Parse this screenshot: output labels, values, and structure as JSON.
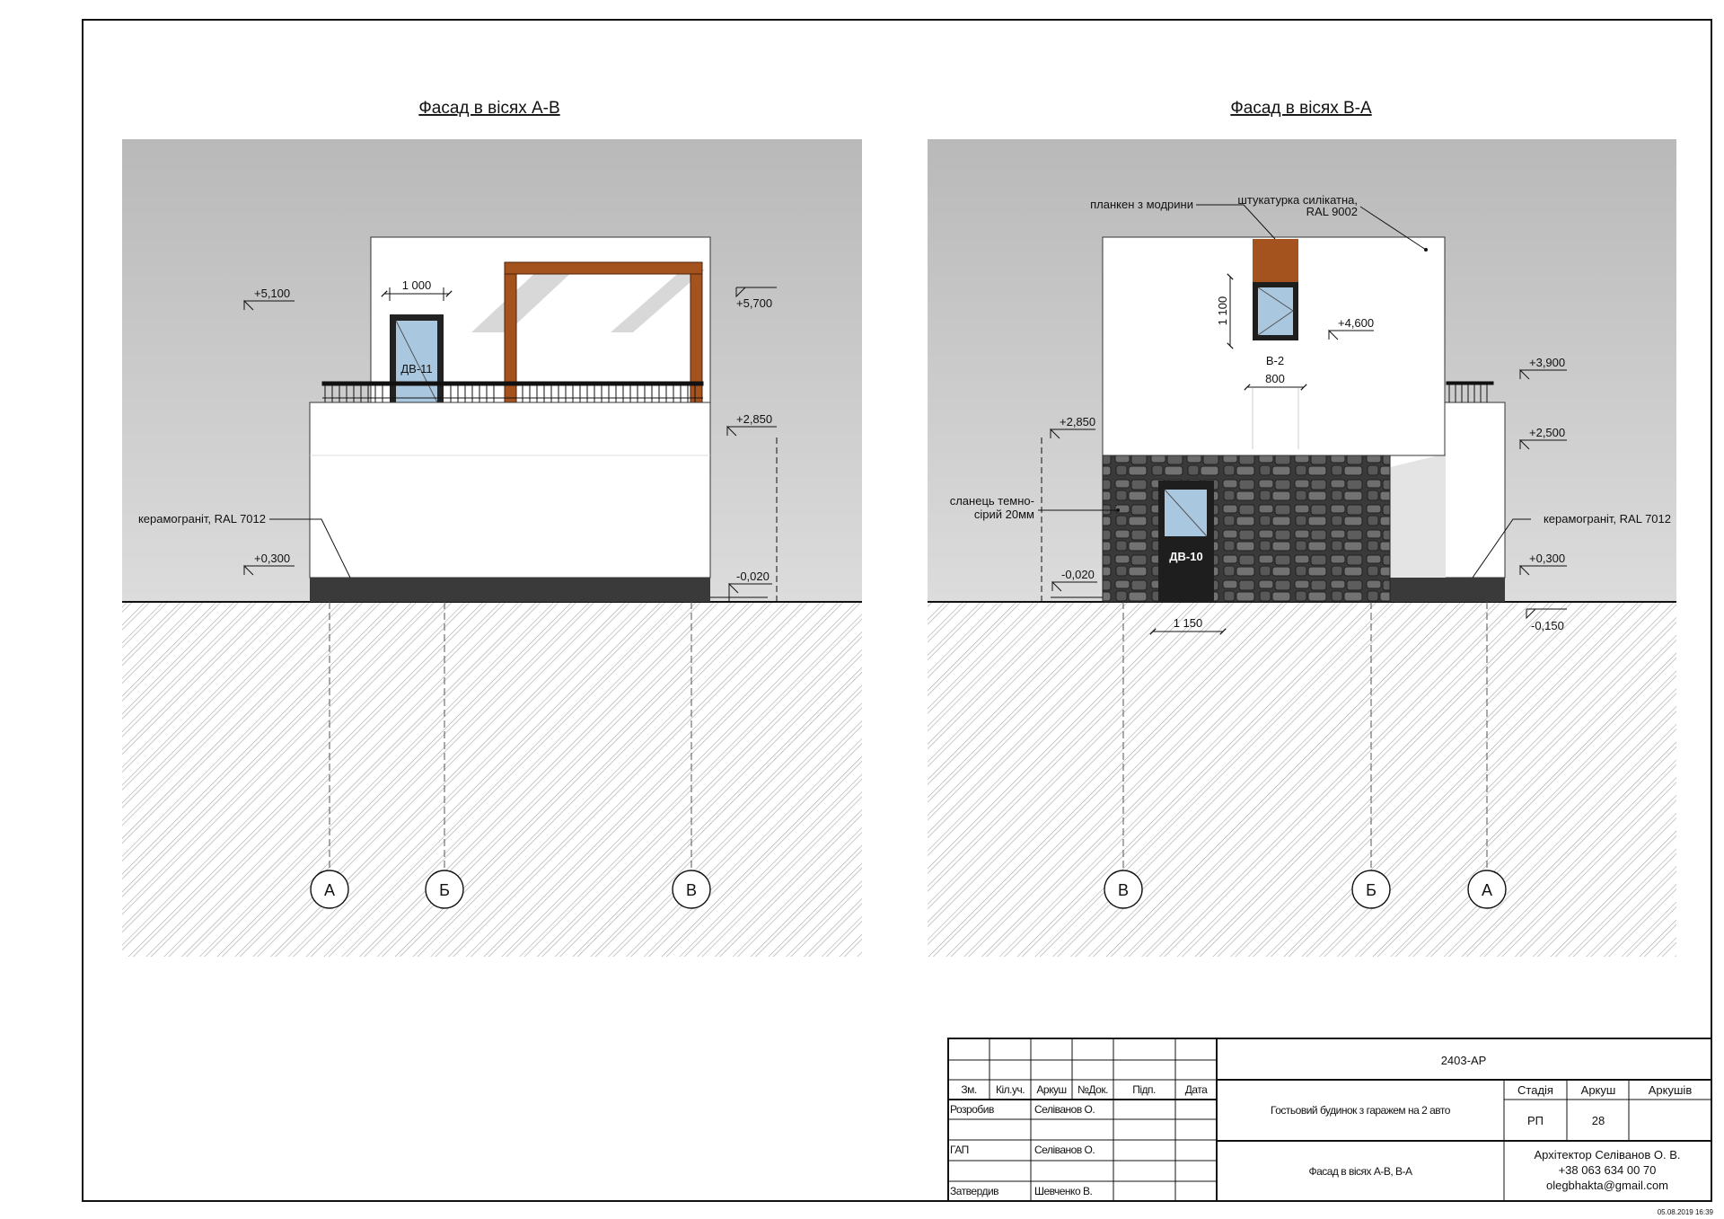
{
  "sheet": {
    "date_stamp": "05.08.2019 16:39"
  },
  "left_view": {
    "title": "Фасад в вісях А-В",
    "door_label": "ДВ-11",
    "dim_door_width": "1 000",
    "cladding_label": "керамограніт, RAL 7012",
    "levels": {
      "l5100": "+5,100",
      "l5700": "+5,700",
      "l2850": "+2,850",
      "l0300": "+0,300",
      "l0020": "-0,020"
    },
    "axes": [
      "А",
      "Б",
      "В"
    ]
  },
  "right_view": {
    "title": "Фасад в вісях В-А",
    "plank_label": "планкен з модрини",
    "plaster_label_1": "штукатурка силікатна,",
    "plaster_label_2": "RAL 9002",
    "window_label": "В-2",
    "dim_window_height": "1 100",
    "dim_window_width": "800",
    "slate_label_1": "сланець темно-",
    "slate_label_2": "сірий 20мм",
    "door_label": "ДВ-10",
    "dim_door_width": "1 150",
    "cladding_label": "керамограніт, RAL 7012",
    "levels": {
      "l4600": "+4,600",
      "l3900": "+3,900",
      "l2850": "+2,850",
      "l2500": "+2,500",
      "l0300": "+0,300",
      "l0020": "-0,020",
      "l0150": "-0,150"
    },
    "axes": [
      "В",
      "Б",
      "А"
    ]
  },
  "title_block": {
    "code": "2403-АР",
    "headers": [
      "Зм.",
      "Кіл.уч.",
      "Аркуш",
      "№Док.",
      "Підп.",
      "Дата"
    ],
    "rows": [
      {
        "role": "Розробив",
        "name": "Селіванов О."
      },
      {
        "role": "ГАП",
        "name": "Селіванов О."
      },
      {
        "role": "Затвердив",
        "name": "Шевченко В."
      }
    ],
    "project_name": "Гостьовий будинок з гаражем на 2 авто",
    "sheet_name": "Фасад в вісях А-В, В-А",
    "col_stage": "Стадія",
    "col_sheet": "Аркуш",
    "col_sheets": "Аркушів",
    "stage": "РП",
    "sheet_no": "28",
    "author_1": "Архітектор Селіванов О. В.",
    "author_2": "+38 063 634 00 70",
    "author_3": "olegbhakta@gmail.com"
  }
}
